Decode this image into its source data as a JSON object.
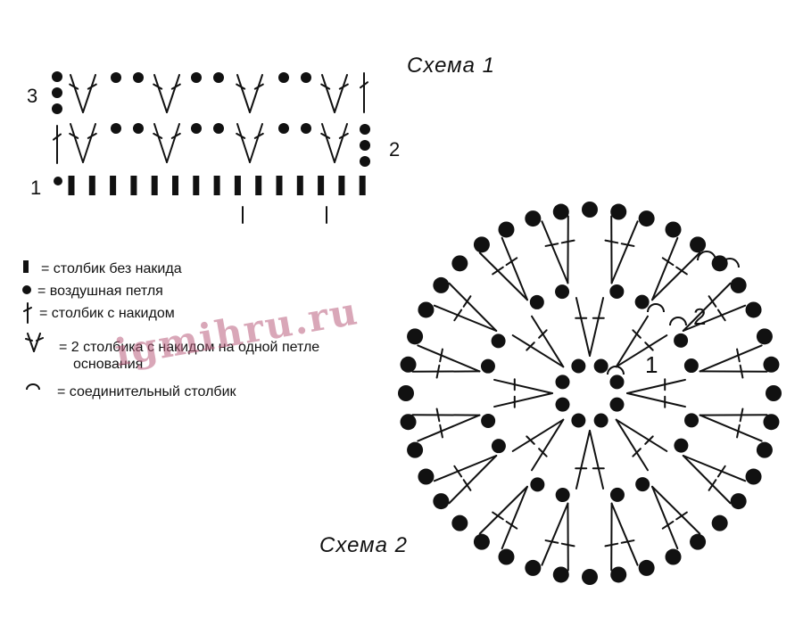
{
  "schemes": {
    "scheme1_title": "Схема 1",
    "scheme2_title": "Схема 2"
  },
  "scheme1": {
    "row_numbers": [
      "1",
      "2",
      "3"
    ]
  },
  "scheme2": {
    "round_numbers": [
      "1",
      "2"
    ]
  },
  "legend": {
    "items": [
      {
        "symbol": "sc-icon",
        "text": "= столбик без накида"
      },
      {
        "symbol": "chain-icon",
        "text": "= воздушная петля"
      },
      {
        "symbol": "dc-icon",
        "text": "= столбик с накидом"
      },
      {
        "symbol": "dc-v-icon",
        "text": "= 2 столбика с накидом на одной петле",
        "text2": "основания"
      },
      {
        "symbol": "slip-stitch-icon",
        "text": "= соединительный столбик"
      }
    ]
  },
  "watermark": "igmihru.ru",
  "colors": {
    "ink": "#111111",
    "watermark": "#b95f7d"
  }
}
